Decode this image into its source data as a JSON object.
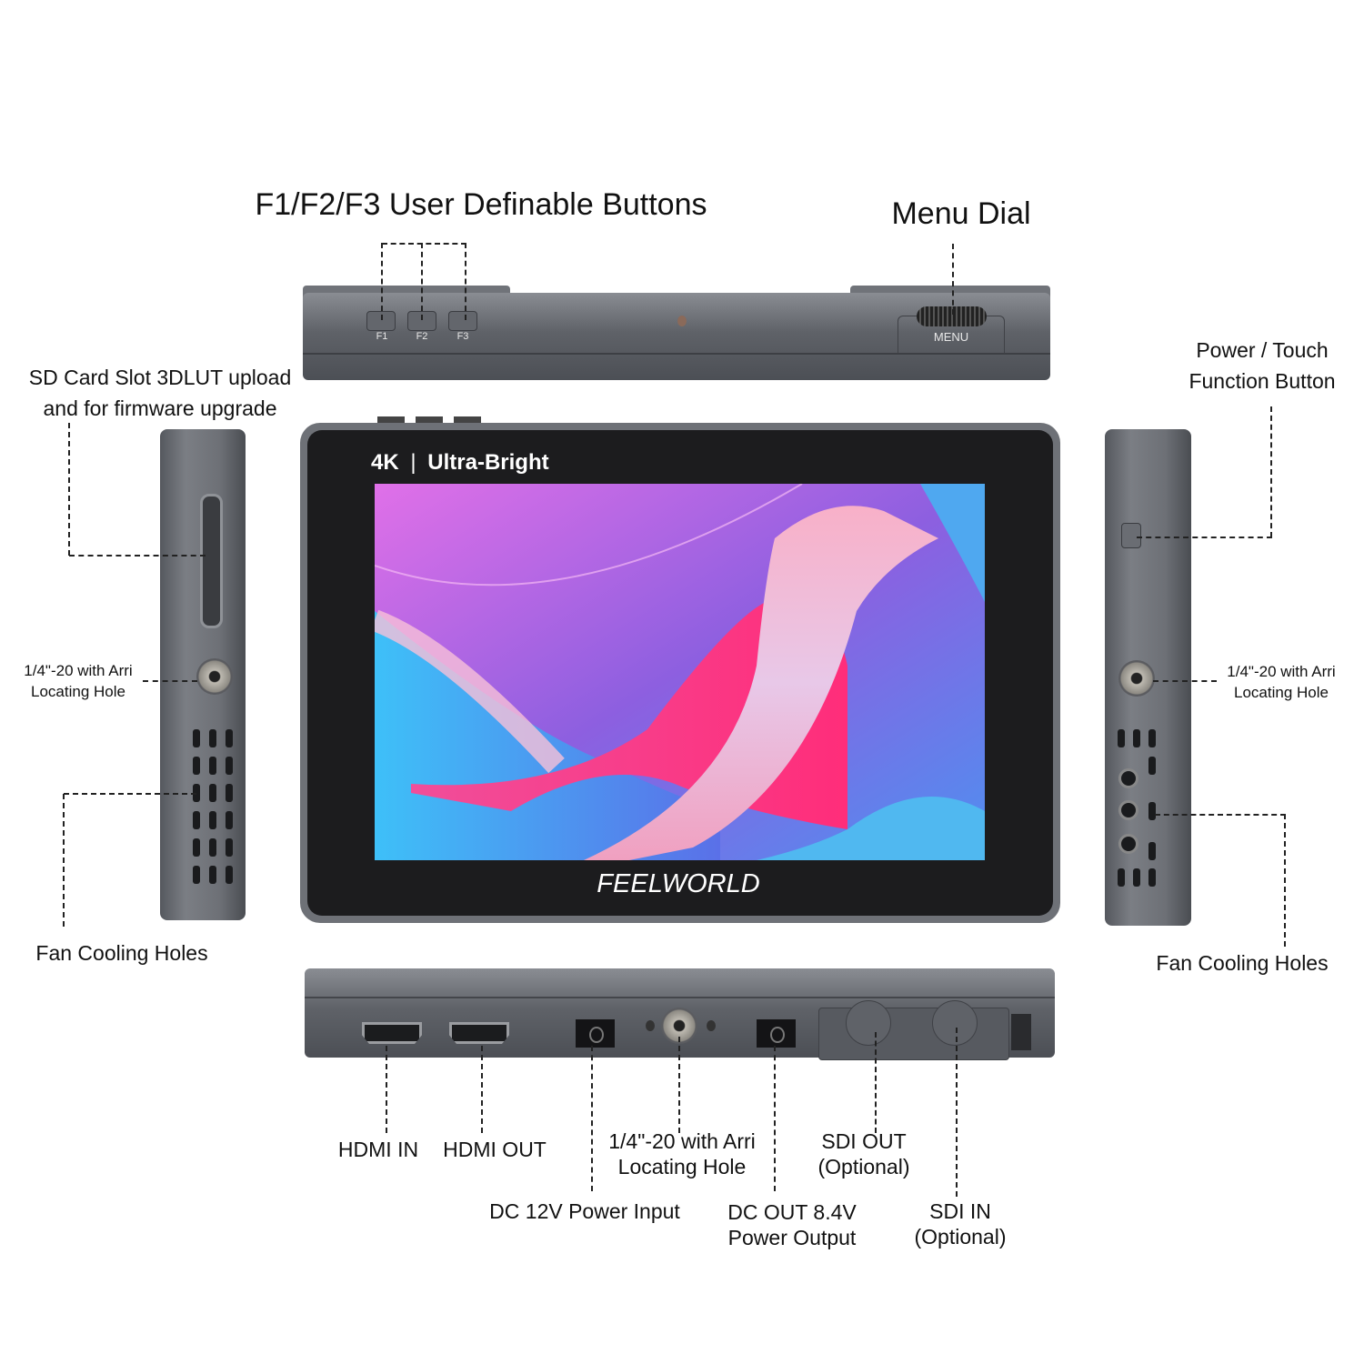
{
  "labels": {
    "f_buttons": "F1/F2/F3 User Definable Buttons",
    "menu_dial": "Menu Dial",
    "sd_card_line1": "SD Card Slot 3DLUT upload",
    "sd_card_line2": "and for firmware upgrade",
    "power_touch_line1": "Power / Touch",
    "power_touch_line2": "Function Button",
    "arri_left_line1": "1/4\"-20 with Arri",
    "arri_left_line2": "Locating Hole",
    "arri_right_line1": "1/4\"-20 with Arri",
    "arri_right_line2": "Locating Hole",
    "fan_left": "Fan Cooling Holes",
    "fan_right": "Fan Cooling Holes",
    "hdmi_in": "HDMI IN",
    "hdmi_out": "HDMI OUT",
    "arri_bottom_line1": "1/4\"-20 with Arri",
    "arri_bottom_line2": "Locating Hole",
    "sdi_out_line1": "SDI OUT",
    "sdi_out_line2": "(Optional)",
    "dc_in": "DC 12V Power Input",
    "dc_out_line1": "DC OUT 8.4V",
    "dc_out_line2": "Power Output",
    "sdi_in_line1": "SDI IN",
    "sdi_in_line2": "(Optional)"
  },
  "device": {
    "buttons": [
      "F1",
      "F2",
      "F3"
    ],
    "menu_label": "MENU",
    "screen_badge_left": "4K",
    "screen_badge_right": "Ultra-Bright",
    "brand": "FEELWORLD"
  },
  "colors": {
    "body": "#5f6268",
    "bezel": "#1c1c1e",
    "screen_pink": "#f0307a",
    "screen_purple": "#8f5fe0",
    "screen_blue": "#3aa0f0"
  }
}
